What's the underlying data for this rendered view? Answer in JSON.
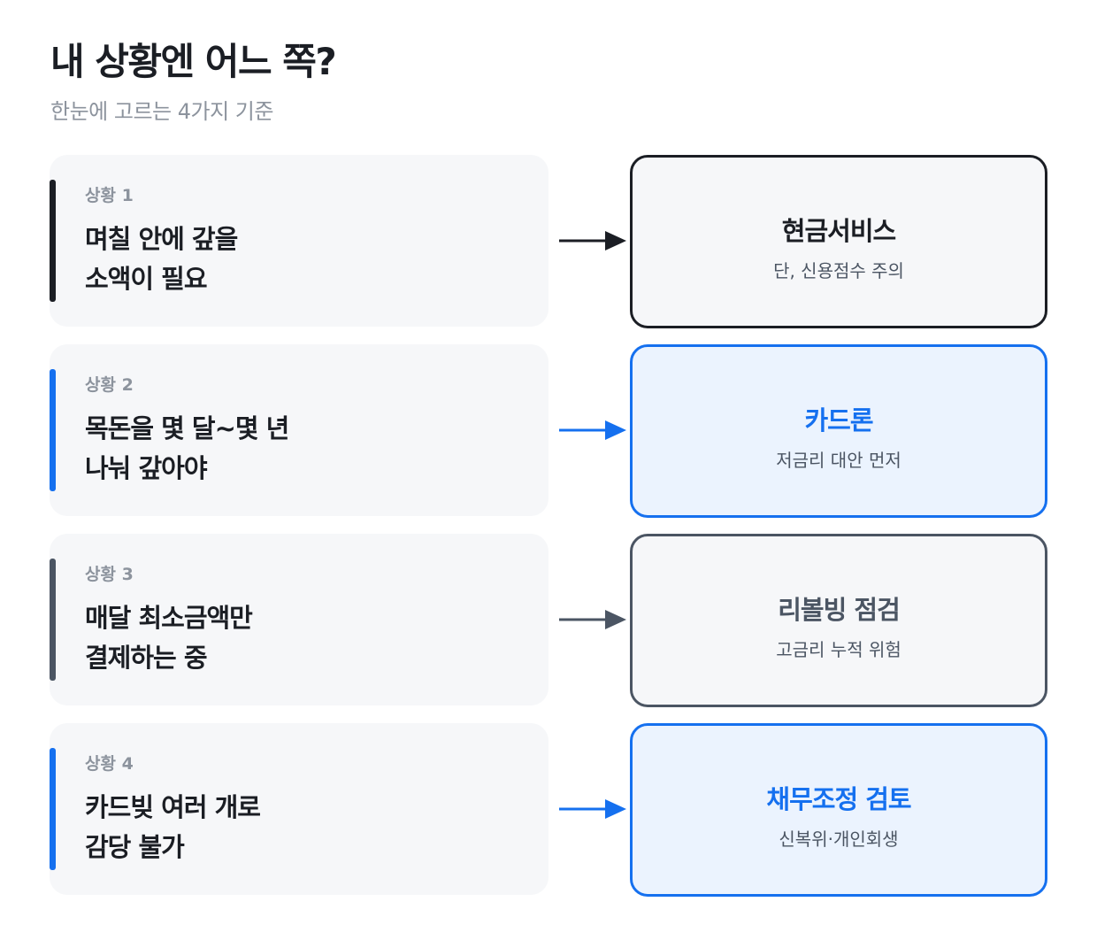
{
  "header": {
    "title": "내 상황엔 어느 쪽?",
    "subtitle": "한눈에 고르는 4가지 기준"
  },
  "colors": {
    "dark": "#1b1e24",
    "blue": "#1570ef",
    "slate": "#4b5563",
    "card_bg": "#f6f7f9",
    "blue_bg": "#ebf3fe"
  },
  "rows": [
    {
      "label": "상황 1",
      "line1": "며칠 안에 갚을",
      "line2": "소액이 필요",
      "result_title": "현금서비스",
      "result_note": "단, 신용점수 주의",
      "accent": "#1b1e24",
      "result_fill": "#f6f7f9",
      "title_color": "#1b1e24"
    },
    {
      "label": "상황 2",
      "line1": "목돈을 몇 달~몇 년",
      "line2": "나눠 갚아야",
      "result_title": "카드론",
      "result_note": "저금리 대안 먼저",
      "accent": "#1570ef",
      "result_fill": "#ebf3fe",
      "title_color": "#1570ef"
    },
    {
      "label": "상황 3",
      "line1": "매달 최소금액만",
      "line2": "결제하는 중",
      "result_title": "리볼빙 점검",
      "result_note": "고금리 누적 위험",
      "accent": "#4b5563",
      "result_fill": "#f6f7f9",
      "title_color": "#4b5563"
    },
    {
      "label": "상황 4",
      "line1": "카드빚 여러 개로",
      "line2": "감당 불가",
      "result_title": "채무조정 검토",
      "result_note": "신복위·개인회생",
      "accent": "#1570ef",
      "result_fill": "#ebf3fe",
      "title_color": "#1570ef"
    }
  ]
}
